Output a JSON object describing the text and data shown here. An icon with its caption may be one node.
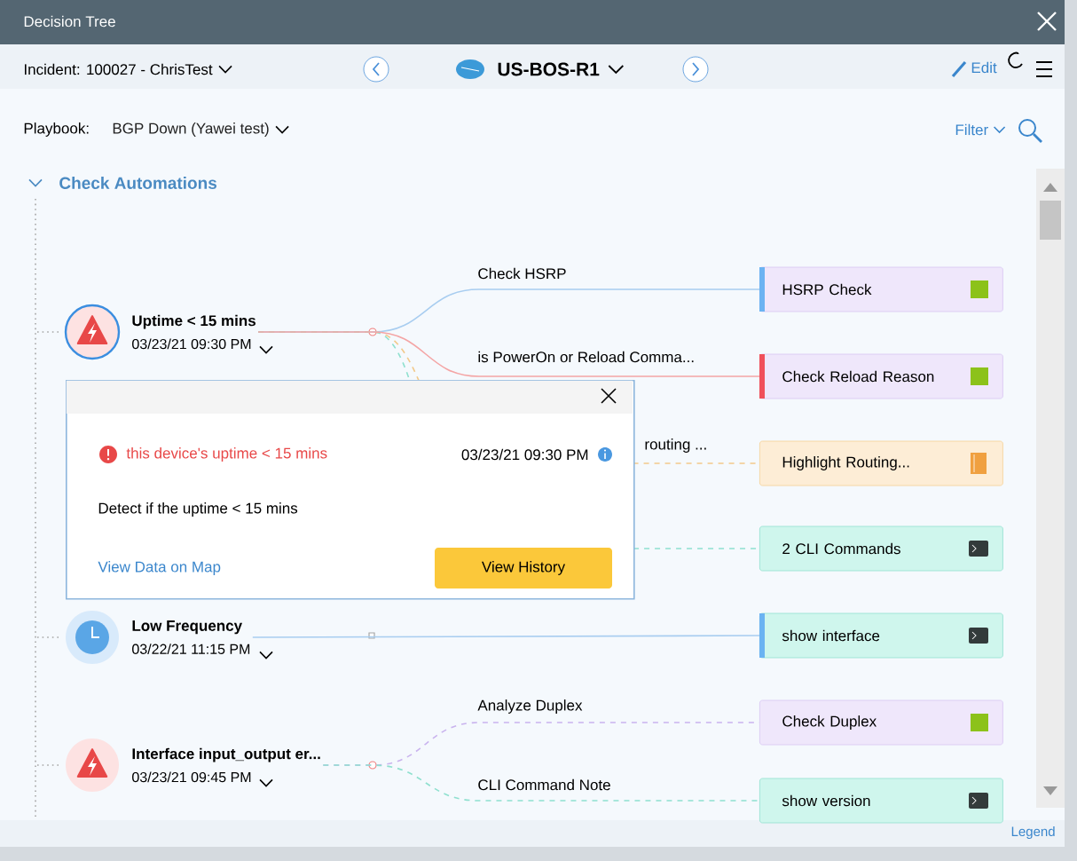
{
  "diagram": {
    "title": "Decision Tree",
    "nodes": [
      {
        "text": [
          "Uptime < 15 mins",
          "03/23/21 09:30 PM"
        ]
      },
      {
        "text": [
          "HSRP Check"
        ]
      },
      {
        "text": [
          "Check Reload Reason"
        ]
      },
      {
        "text": [
          "Highlight Routing..."
        ]
      },
      {
        "text": [
          "2 CLI Commands"
        ]
      },
      {
        "text": [
          "Low Frequency",
          "03/22/21 11:15 PM"
        ]
      },
      {
        "text": [
          "show interface"
        ]
      },
      {
        "text": [
          "Interface input_output er...",
          "03/23/21 09:45 PM"
        ]
      },
      {
        "text": [
          "Check Duplex"
        ]
      },
      {
        "text": [
          "show version"
        ]
      },
      {
        "text": [
          "this device's uptime < 15 mins",
          "03/23/21 09:30 PM",
          "Detect if the uptime < 15 mins",
          "View Data on Map"
        ]
      },
      {
        "text": [
          "View History"
        ],
        "in": 10
      }
    ],
    "edges": [
      {
        "from": 0,
        "to": 1,
        "arrow": "none",
        "label": "Check HSRP",
        "color": "#a8cdf0"
      },
      {
        "from": 0,
        "to": 3,
        "arrow": "none",
        "label": "routing ...",
        "style": "dashed",
        "color": "#f2c98a"
      },
      {
        "from": 0,
        "to": 4,
        "arrow": "none",
        "style": "dashed",
        "color": "#8fe0cf"
      },
      {
        "from": 0,
        "to": 2,
        "arrow": "none",
        "label": "is PowerOn or Reload Comma...",
        "color": "#f4a5a5"
      },
      {
        "from": 5,
        "to": 6,
        "arrow": "none",
        "color": "#a8cdf0"
      },
      {
        "from": 7,
        "to": 8,
        "arrow": "none",
        "label": "Analyze Duplex",
        "style": "dashed",
        "color": "#c9b3ee"
      },
      {
        "from": 7,
        "to": 9,
        "arrow": "none",
        "label": "CLI Command Note",
        "style": "dashed",
        "color": "#8fe0cf"
      }
    ],
    "labels": [
      "Incident: 100027 - ChrisTest",
      "US-BOS-R1",
      "Edit",
      "Playbook:",
      "BGP Down (Yawei test)",
      "Filter",
      "Check Automations",
      "Legend"
    ]
  }
}
